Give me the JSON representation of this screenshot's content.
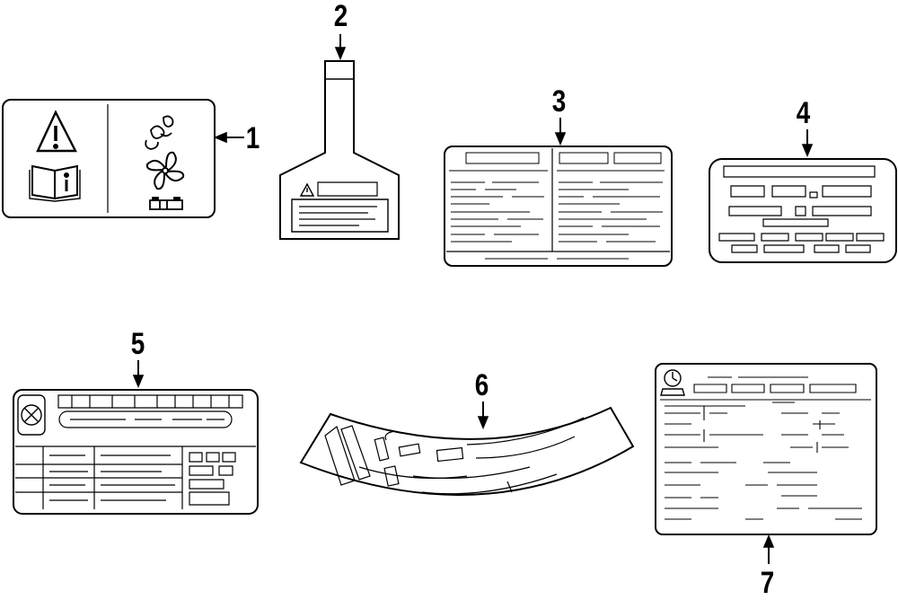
{
  "callouts": {
    "c1": "1",
    "c2": "2",
    "c3": "3",
    "c4": "4",
    "c5": "5",
    "c6": "6",
    "c7": "7"
  },
  "icons": {
    "label1": [
      "warning-triangle-icon",
      "owners-manual-icon",
      "engine-compartment-icon",
      "cooling-fan-icon",
      "battery-icon"
    ],
    "label2": [
      "warning-triangle-icon"
    ],
    "label7": [
      "clock-icon"
    ]
  }
}
